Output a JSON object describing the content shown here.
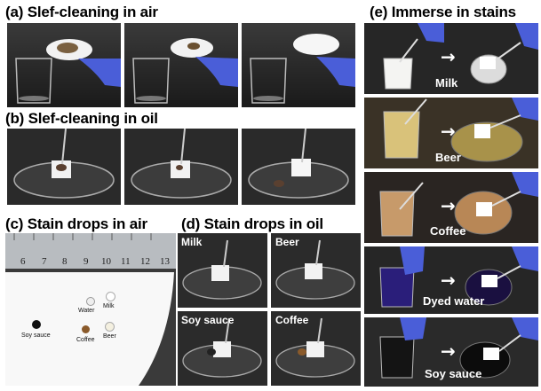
{
  "panels": {
    "a": {
      "title": "(a) Slef-cleaning in air"
    },
    "b": {
      "title": "(b) Slef-cleaning in oil"
    },
    "c": {
      "title": "(c) Stain drops in air",
      "ruler_numbers": [
        "6",
        "7",
        "8",
        "9",
        "10",
        "11",
        "12",
        "13"
      ],
      "drops": [
        {
          "label": "Water",
          "color": "#f2f2f2"
        },
        {
          "label": "Milk",
          "color": "#ffffff"
        },
        {
          "label": "Soy sauce",
          "color": "#111111"
        },
        {
          "label": "Coffee",
          "color": "#8a5a2b"
        },
        {
          "label": "Beer",
          "color": "#f4f0e0"
        }
      ]
    },
    "d": {
      "title": "(d) Stain drops in oil",
      "cells": [
        {
          "label": "Milk"
        },
        {
          "label": "Beer"
        },
        {
          "label": "Soy sauce"
        },
        {
          "label": "Coffee"
        }
      ]
    },
    "e": {
      "title": "(e) Immerse in stains",
      "rows": [
        {
          "label": "Milk",
          "liquid": "#f4f4f2"
        },
        {
          "label": "Beer",
          "liquid": "#d9c27a"
        },
        {
          "label": "Coffee",
          "liquid": "#c79a6a"
        },
        {
          "label": "Dyed water",
          "liquid": "#2a1e7a"
        },
        {
          "label": "Soy sauce",
          "liquid": "#141414"
        }
      ]
    }
  }
}
